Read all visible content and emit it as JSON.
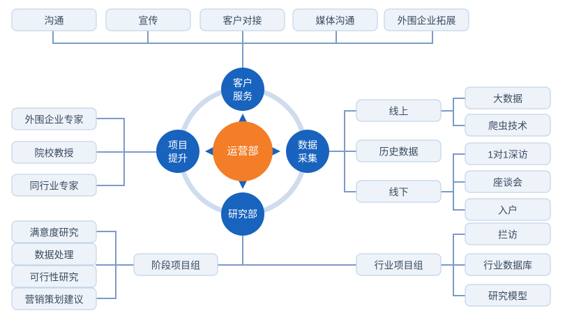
{
  "diagram": {
    "type": "org-flow-diagram",
    "colors": {
      "box_fill": "#eef3fa",
      "box_stroke": "#c3d4e8",
      "box_text": "#3a4a5e",
      "connector": "#7b9bc7",
      "ring": "#cfdced",
      "hub_blue": "#1863bd",
      "hub_orange": "#f47d27",
      "hub_text": "#ffffff",
      "background": "#ffffff"
    },
    "top_row": [
      {
        "label": "沟通"
      },
      {
        "label": "宣传"
      },
      {
        "label": "客户对接"
      },
      {
        "label": "媒体沟通"
      },
      {
        "label": "外围企业拓展"
      }
    ],
    "hub": {
      "center": {
        "label": "运营部"
      },
      "top": {
        "label_line1": "客户",
        "label_line2": "服务"
      },
      "left": {
        "label_line1": "项目",
        "label_line2": "提升"
      },
      "right": {
        "label_line1": "数据",
        "label_line2": "采集"
      },
      "bottom": {
        "label_line1": "研究部",
        "label_line2": ""
      }
    },
    "left_upper_group": [
      {
        "label": "外围企业专家"
      },
      {
        "label": "院校教授"
      },
      {
        "label": "同行业专家"
      }
    ],
    "left_lower_group": [
      {
        "label": "满意度研究"
      },
      {
        "label": "数据处理"
      },
      {
        "label": "可行性研究"
      },
      {
        "label": "营销策划建议"
      }
    ],
    "left_lower_parent": {
      "label": "阶段项目组"
    },
    "right_middle_group": [
      {
        "label": "线上"
      },
      {
        "label": "历史数据"
      },
      {
        "label": "线下"
      }
    ],
    "right_online_children": [
      {
        "label": "大数据"
      },
      {
        "label": "爬虫技术"
      }
    ],
    "right_offline_children": [
      {
        "label": "1对1深访"
      },
      {
        "label": "座谈会"
      },
      {
        "label": "入户"
      }
    ],
    "right_lower_parent": {
      "label": "行业项目组"
    },
    "right_lower_children": [
      {
        "label": "拦访"
      },
      {
        "label": "行业数据库"
      },
      {
        "label": "研究模型"
      }
    ]
  }
}
